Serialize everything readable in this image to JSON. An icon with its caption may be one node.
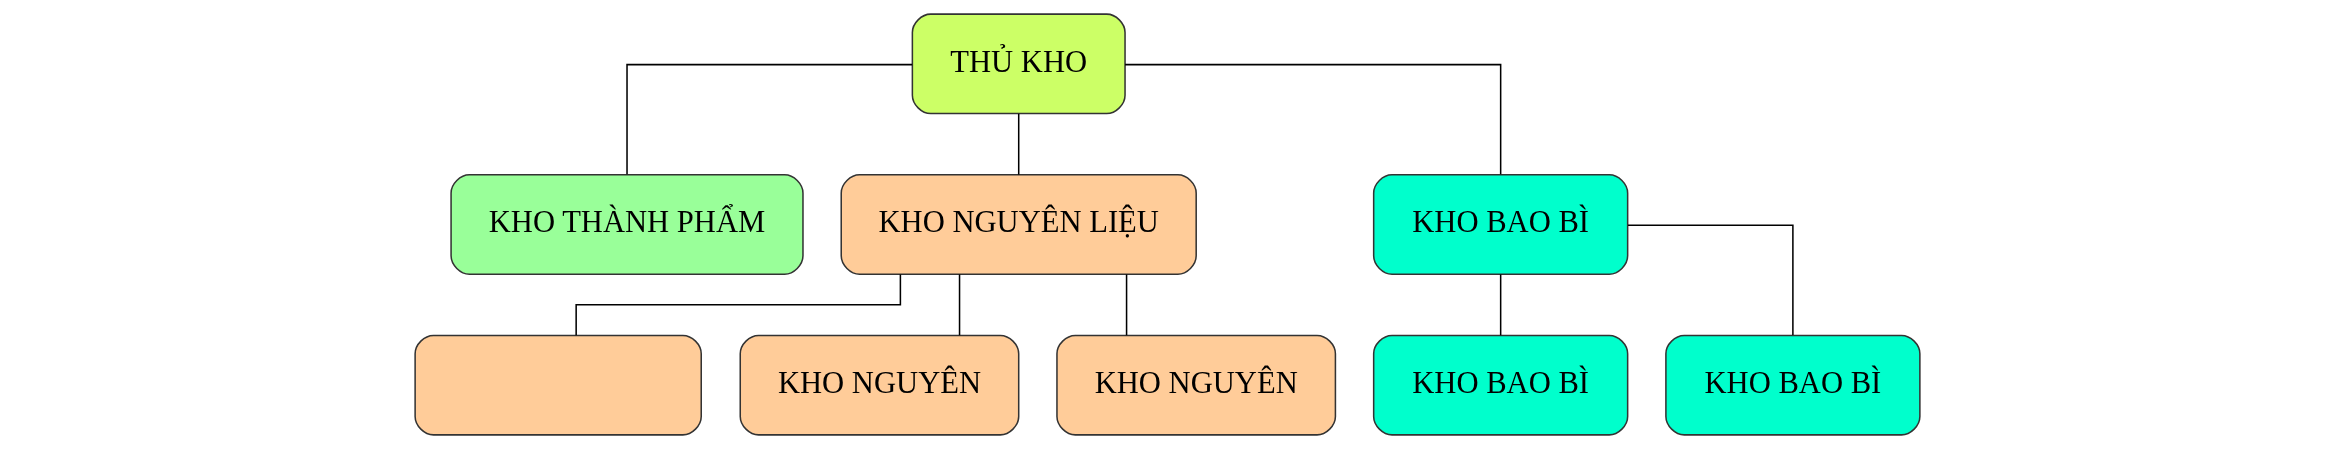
{
  "diagram": {
    "nodes": [
      {
        "text": [
          "THỦ KHO"
        ]
      },
      {
        "text": [
          "KHO THÀNH PHẨM"
        ]
      },
      {
        "text": [
          "KHO NGUYÊN LIỆU"
        ]
      },
      {
        "text": [
          "KHO BAO BÌ"
        ]
      },
      {
        "text": [],
        "shape": "box"
      },
      {
        "text": [
          "KHO NGUYÊN"
        ]
      },
      {
        "text": [
          "KHO NGUYÊN"
        ]
      },
      {
        "text": [
          "KHO BAO BÌ"
        ]
      },
      {
        "text": [
          "KHO BAO BÌ"
        ]
      }
    ],
    "edges": [
      {
        "from": 0,
        "to": 1,
        "arrow": "none"
      },
      {
        "from": 0,
        "to": 2,
        "arrow": "none"
      },
      {
        "from": 0,
        "to": 3,
        "arrow": "none"
      },
      {
        "from": 2,
        "to": 4,
        "arrow": "none"
      },
      {
        "from": 2,
        "to": 5,
        "arrow": "none"
      },
      {
        "from": 2,
        "to": 6,
        "arrow": "none"
      },
      {
        "from": 3,
        "to": 7,
        "arrow": "none"
      },
      {
        "from": 3,
        "to": 8,
        "arrow": "none"
      }
    ]
  }
}
